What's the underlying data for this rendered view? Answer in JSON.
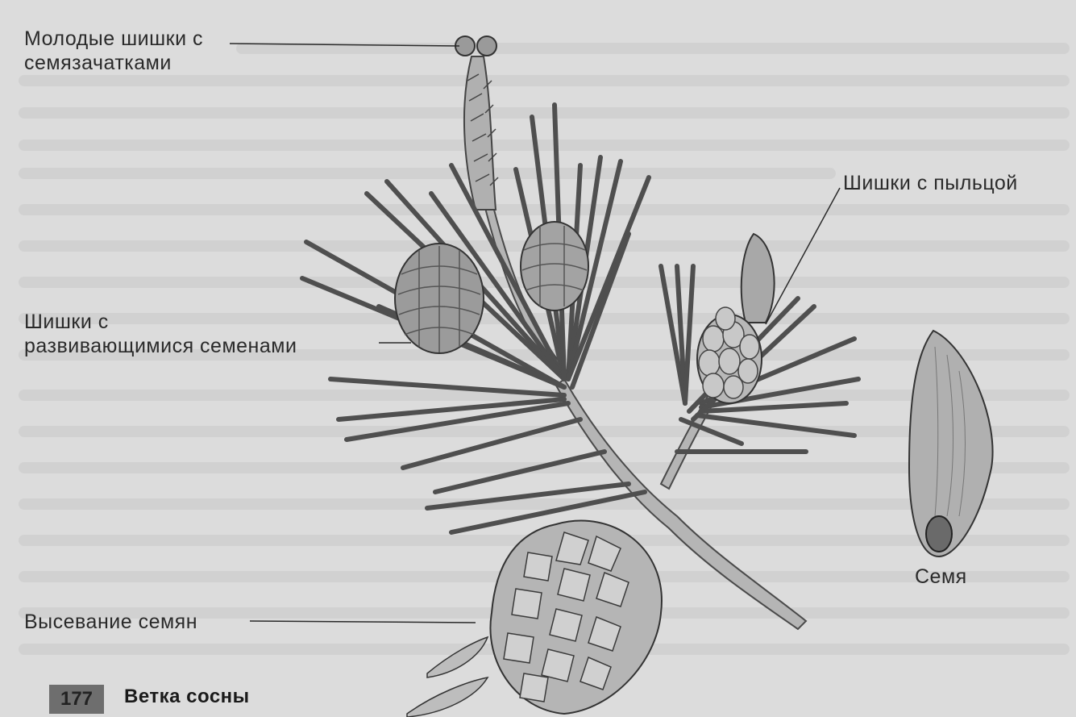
{
  "labels": {
    "young_cones_line1": "Молодые шишки с",
    "young_cones_line2": "семязачатками",
    "pollen_cones": "Шишки с пыльцой",
    "developing_line1": "Шишки с",
    "developing_line2": "развивающимися семенами",
    "seed_release": "Высевание семян",
    "seed": "Семя"
  },
  "figure": {
    "number": "177",
    "caption": "Ветка сосны"
  },
  "colors": {
    "page": "#dcdcdc",
    "ink": "#2a2a2a",
    "needle": "#555555",
    "cone": "#a8a8a8",
    "badge": "#6e6e6e"
  }
}
